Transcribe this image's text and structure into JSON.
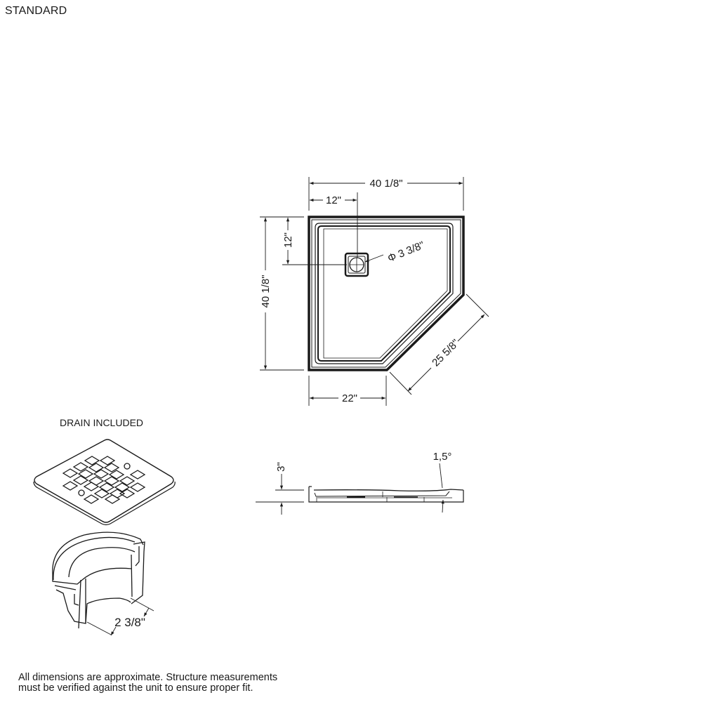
{
  "header": {
    "title": "STANDARD"
  },
  "plan_view": {
    "overall_width": "40 1/8\"",
    "drain_offset_x": "12\"",
    "drain_offset_y": "12\"",
    "overall_depth": "40 1/8\"",
    "drain_diameter": "Φ 3 3/8\"",
    "angled_side": "25 5/8\"",
    "front_side": "22\""
  },
  "section_view": {
    "height": "3\"",
    "slope": "1,5°"
  },
  "drain": {
    "label": "DRAIN INCLUDED",
    "depth": "2 3/8\""
  },
  "footer": {
    "disclaimer_line1": "All dimensions are approximate. Structure measurements",
    "disclaimer_line2": "must be verified against the unit to ensure proper fit."
  }
}
